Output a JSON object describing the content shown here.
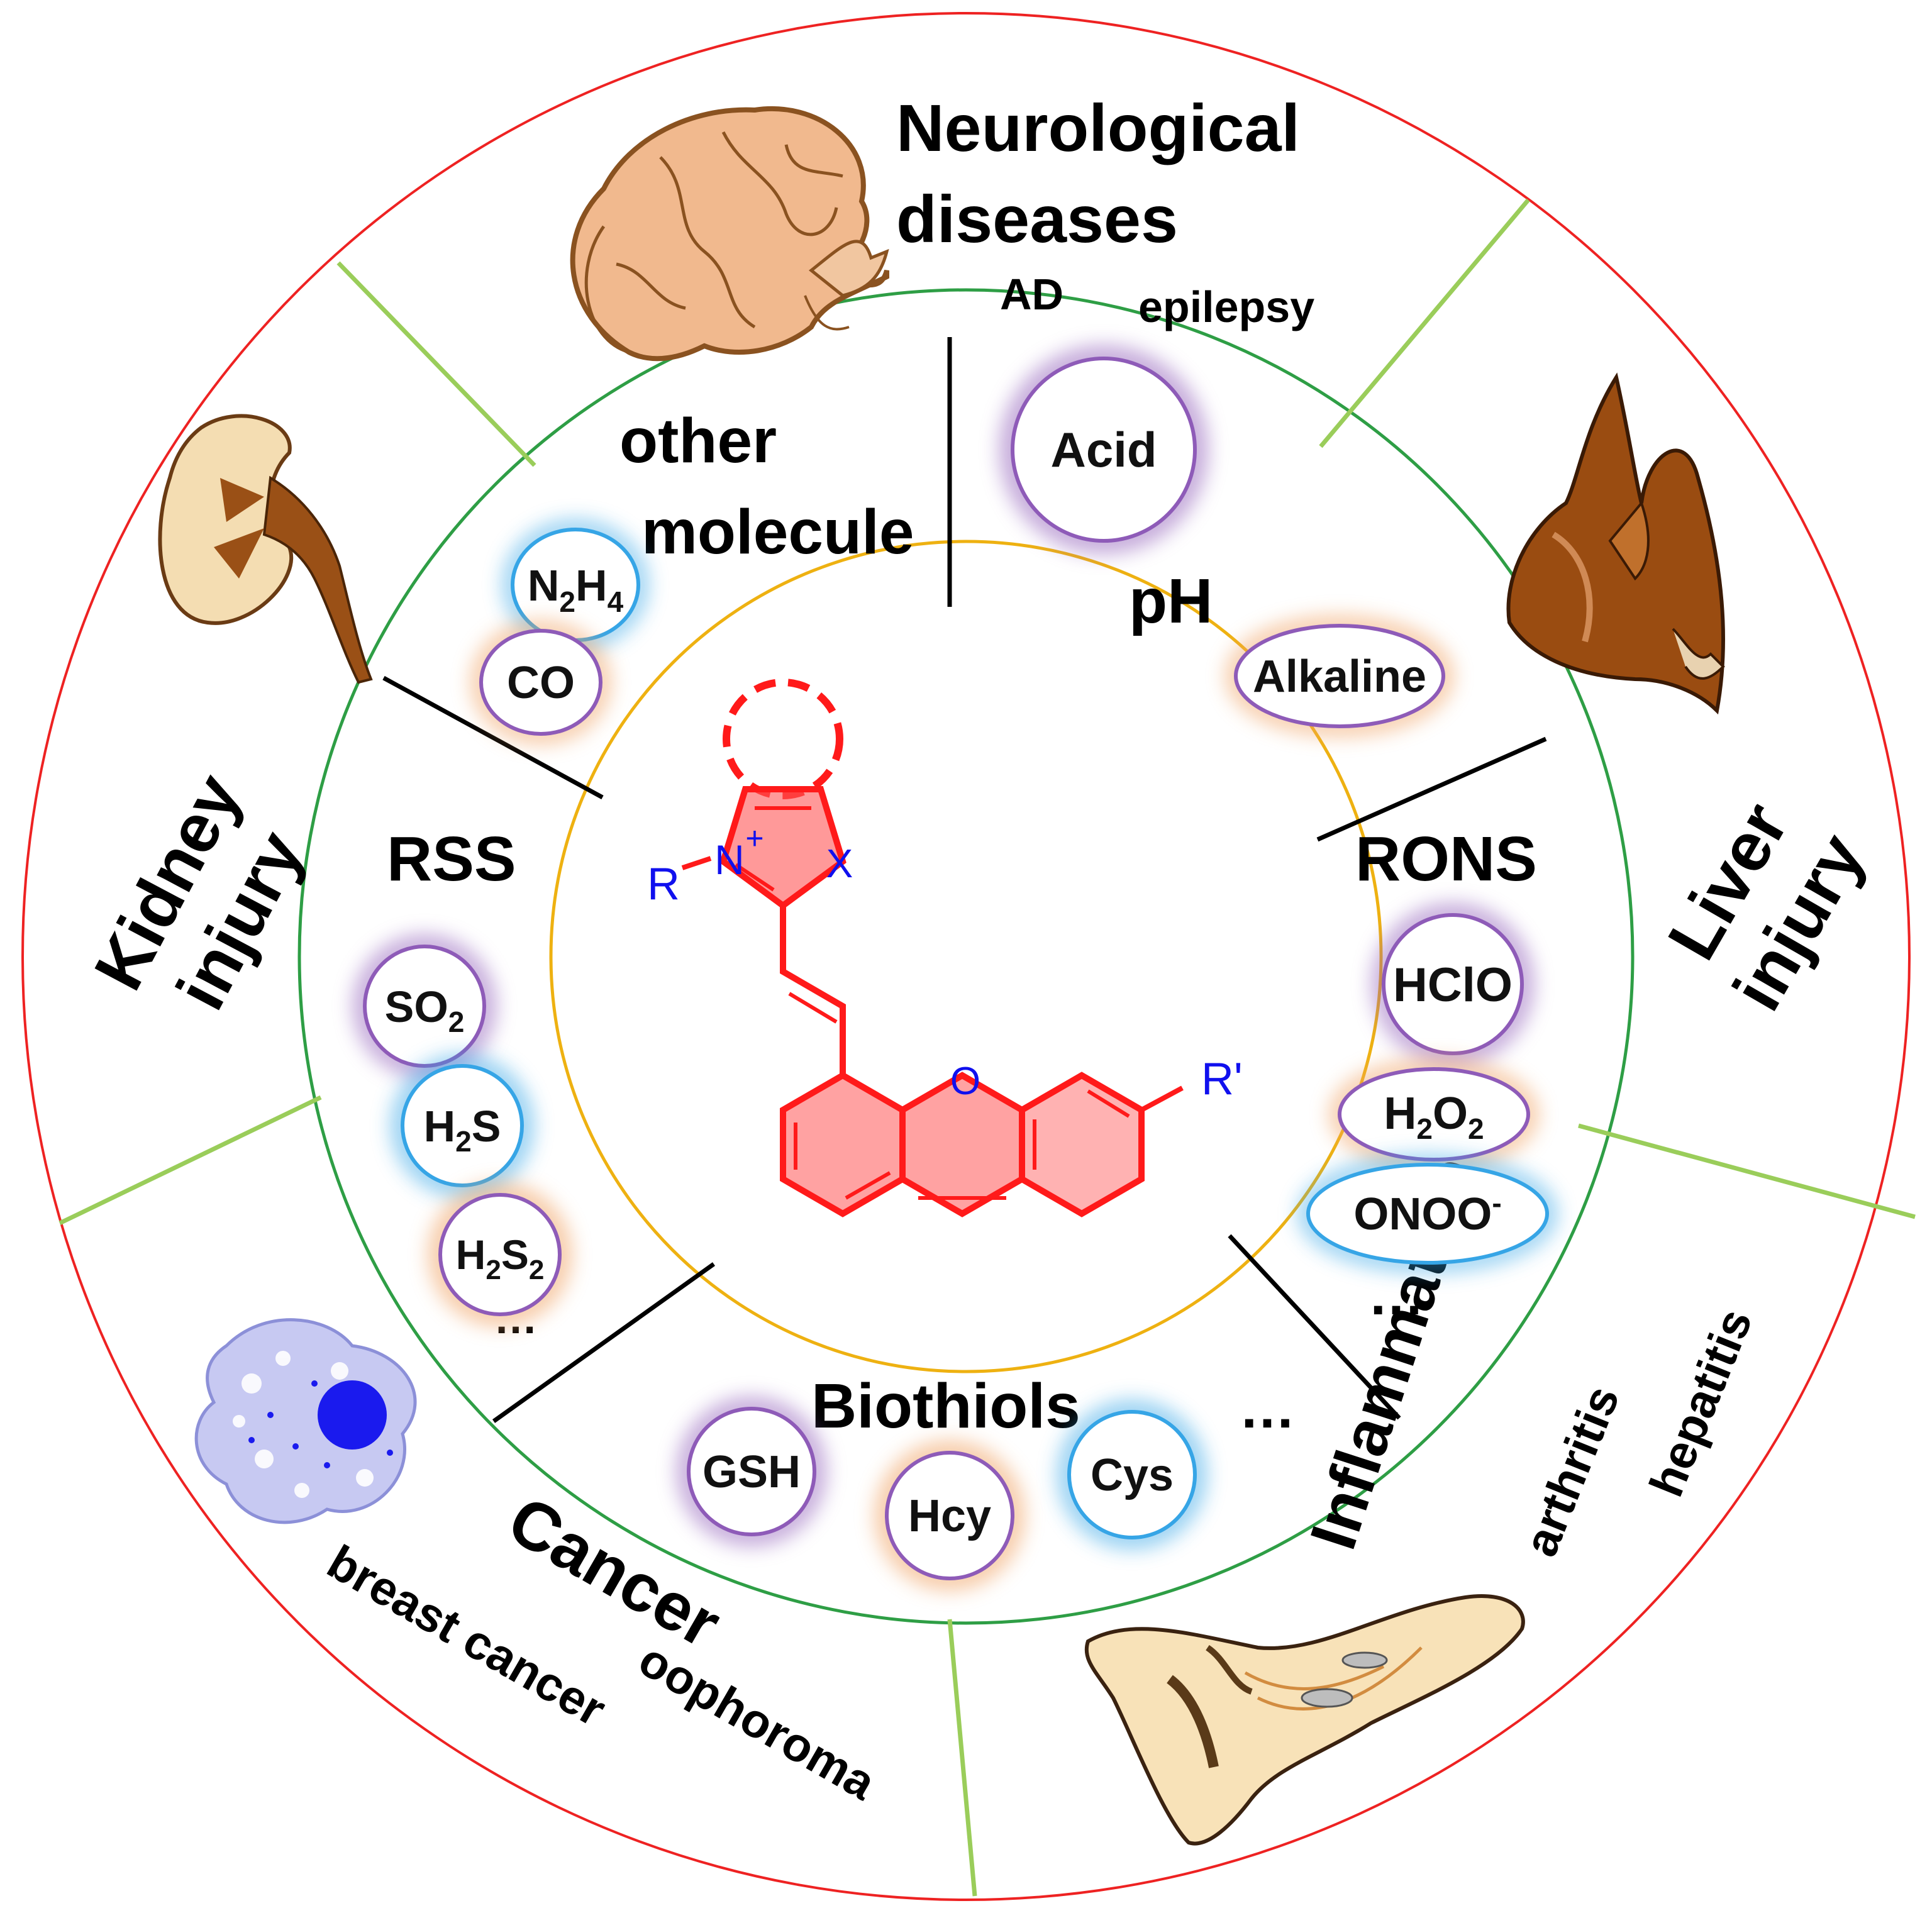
{
  "colors": {
    "outer_ring": "#ee2222",
    "middle_ring": "#2e9e45",
    "inner_ring": "#eeb111",
    "outer_divider": "#9acd5a",
    "inner_divider": "#000000",
    "structure": "#ff1a1a",
    "atoms": "#1a1aee",
    "glow_purple": "#8e5bb8",
    "glow_blue": "#36a5e6",
    "glow_orange": "#f0a060"
  },
  "diseases": {
    "neuro": {
      "title_1": "Neurological",
      "title_2": "diseases",
      "sub_1": "AD",
      "sub_2": "epilepsy",
      "icon": "brain-icon"
    },
    "liver": {
      "title_1": "Liver",
      "title_2": "injury",
      "icon": "liver-icon"
    },
    "inflammation": {
      "title": "Inflammation",
      "sub_1": "arthritis",
      "sub_2": "hepatitis",
      "icon": "foot-icon"
    },
    "cancer": {
      "title": "Cancer",
      "sub_1": "oophoroma",
      "sub_2": "breast cancer",
      "icon": "cancer-cell-icon"
    },
    "kidney": {
      "title_1": "Kidney",
      "title_2": "injury",
      "icon": "kidney-icon"
    }
  },
  "analytes": {
    "other": {
      "title_1": "other",
      "title_2": "molecule",
      "items": [
        "N2H4",
        "CO"
      ]
    },
    "ph": {
      "title": "pH",
      "items": [
        "Acid",
        "Alkaline"
      ]
    },
    "rons": {
      "title": "RONS",
      "items": [
        "HClO",
        "H2O2",
        "ONOO-"
      ],
      "more": "…"
    },
    "biothiols": {
      "title": "Biothiols",
      "items": [
        "GSH",
        "Hcy",
        "Cys"
      ],
      "more": "…"
    },
    "rss": {
      "title": "RSS",
      "items": [
        "SO2",
        "H2S",
        "H2S2"
      ],
      "more": "…"
    }
  },
  "structure_labels": {
    "r": "R",
    "n": "N",
    "plus": "+",
    "x": "X",
    "o": "O",
    "r_prime": "R'"
  }
}
